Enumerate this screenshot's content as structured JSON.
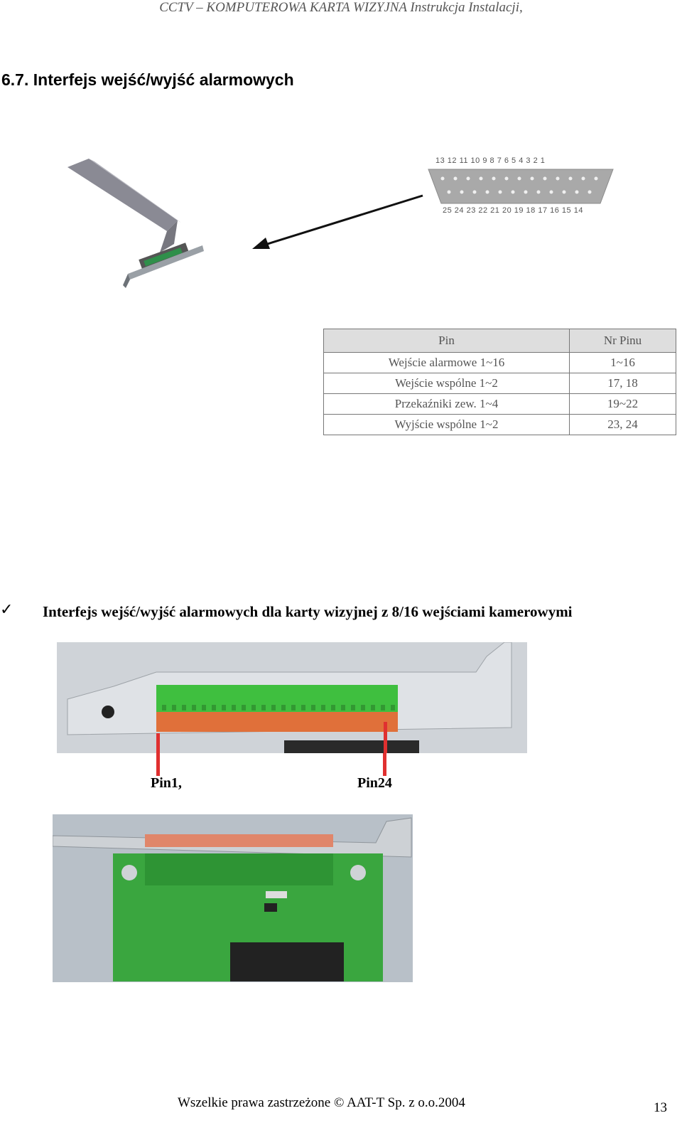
{
  "header": {
    "running_title": "CCTV – KOMPUTEROWA KARTA WIZYJNA Instrukcja Instalacji,",
    "section_title": "6.7. Interfejs wejść/wyjść alarmowych"
  },
  "connector_diagram": {
    "top_pins": "13 12 11 10  9  8  7  6  5  4  3  2  1",
    "bottom_pins": "25 24 23 22 21 20 19 18 17 16 15 14"
  },
  "pin_table": {
    "headers": [
      "Pin",
      "Nr Pinu"
    ],
    "rows": [
      [
        "Wejście alarmowe 1~16",
        "1~16"
      ],
      [
        "Wejście wspólne 1~2",
        "17, 18"
      ],
      [
        "Przekaźniki zew. 1~4",
        "19~22"
      ],
      [
        "Wyjście wspólne 1~2",
        "23, 24"
      ]
    ]
  },
  "bullet": {
    "mark": "✓",
    "text": "Interfejs wejść/wyjść alarmowych dla karty wizyjnej z 8/16 wejściami kamerowymi"
  },
  "photo_labels": {
    "pin1": "Pin1,",
    "pin24": "Pin24"
  },
  "footer": {
    "copyright": "Wszelkie prawa zastrzeżone © AAT-T Sp. z o.o.2004",
    "page_number": "13"
  },
  "colors": {
    "terminal_green": "#3fbf3f",
    "terminal_orange": "#e0703a",
    "pcb_green": "#3aa63f",
    "marker_red": "#e03030"
  }
}
